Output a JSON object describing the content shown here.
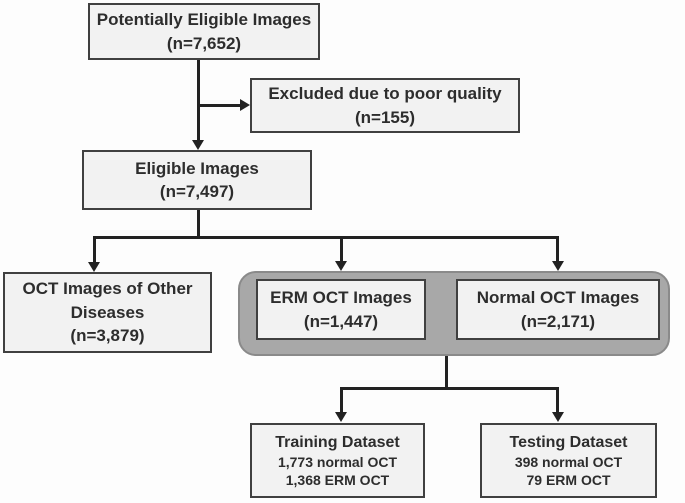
{
  "flowchart": {
    "nodes": {
      "potentially_eligible": {
        "title": "Potentially Eligible Images",
        "count": "(n=7,652)"
      },
      "excluded": {
        "title": "Excluded due to poor quality",
        "count": "(n=155)"
      },
      "eligible": {
        "title": "Eligible Images",
        "count": "(n=7,497)"
      },
      "other_diseases": {
        "title": "OCT Images of Other Diseases",
        "count": "(n=3,879)"
      },
      "erm_oct": {
        "title": "ERM OCT Images",
        "count": "(n=1,447)"
      },
      "normal_oct": {
        "title": "Normal OCT Images",
        "count": "(n=2,171)"
      },
      "training": {
        "title": "Training Dataset",
        "line1": "1,773 normal OCT",
        "line2": "1,368 ERM OCT"
      },
      "testing": {
        "title": "Testing Dataset",
        "line1": "398 normal OCT",
        "line2": "79 ERM OCT"
      }
    },
    "colors": {
      "box_fill": "#f2f2f2",
      "box_border": "#404040",
      "group_fill": "#a8a8a8",
      "group_border": "#8a8a8a",
      "connector": "#222222",
      "text": "#2d2d2d",
      "background": "#fdfdfd"
    }
  }
}
